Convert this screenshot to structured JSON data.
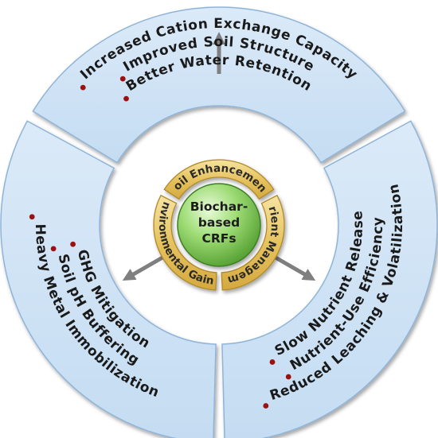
{
  "center": {
    "lines": [
      "Biochar-",
      "based",
      "CRFs"
    ]
  },
  "ring_labels": {
    "top": "Soil Enhancement",
    "left": "Environmental Gains",
    "right": "Nutrient Management"
  },
  "sectors": {
    "top": {
      "items": [
        "Increased Cation Exchange Capacity",
        "Improved Soil Structure",
        "Better Water Retention"
      ]
    },
    "left": {
      "items": [
        "GHG Mitigation",
        "Soil pH Buffering",
        "Heavy Metal Immobilization"
      ]
    },
    "right": {
      "items": [
        "Slow Nutrient Release",
        "Nutrient-Use Efficiency",
        "Reduced Leaching & Volatilization"
      ]
    }
  },
  "colors": {
    "sector_fill": "#cde2f5",
    "sector_stroke": "#8fb4d8",
    "ring_fill": "#e8c766",
    "ring_stroke": "#b0892a",
    "center_fill": "#8fd46a",
    "bullet": "#9b1111",
    "arrow": "#7f7f7f"
  }
}
